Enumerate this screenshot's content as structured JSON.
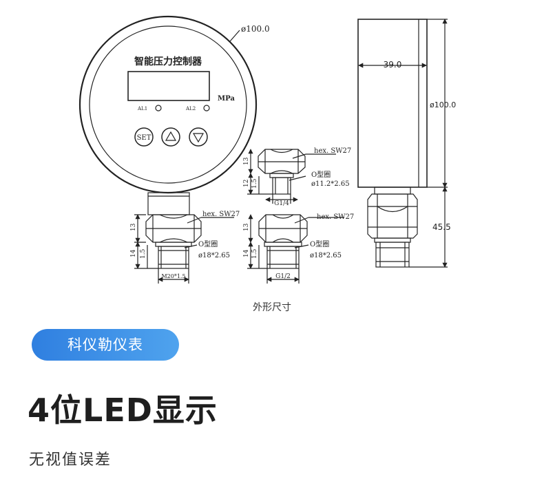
{
  "drawing": {
    "front_view": {
      "panel_title": "智能压力控制器",
      "unit": "MPa",
      "indicators": [
        "AL1",
        "AL2"
      ],
      "button_set": "SET",
      "diameter_label": "ø100.0",
      "hex_label": "hex. SW27",
      "oring_label": "O型圈",
      "oring_size": "ø18*2.65",
      "thread_label": "M20*1.5",
      "dim_hex": "13",
      "dim_thread": "14",
      "dim_sub": "1.5"
    },
    "small_fitting_g14": {
      "hex_label": "hex. SW27",
      "oring_label": "O型圈",
      "oring_size": "ø11.2*2.65",
      "thread_label": "G1/4",
      "dim_hex": "13",
      "dim_thread": "12",
      "dim_sub": "1.5"
    },
    "fitting_g12": {
      "hex_label": "hex. SW27",
      "oring_label": "O型圈",
      "oring_size": "ø18*2.65",
      "thread_label": "G1/2",
      "dim_hex": "13",
      "dim_thread": "14",
      "dim_sub": "1.5"
    },
    "side_view": {
      "width_label": "39.0",
      "diameter_label": "ø100.0",
      "length_label": "45.5"
    },
    "caption": "外形尺寸"
  },
  "brand_label": "科仪勒仪表",
  "headline": "4位LED显示",
  "subline": "无视值误差"
}
